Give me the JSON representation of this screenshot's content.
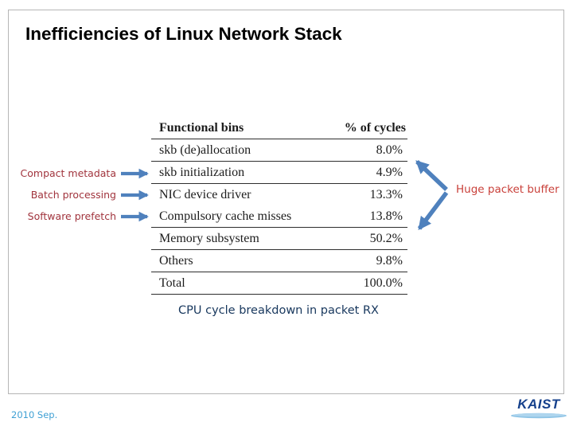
{
  "slide": {
    "title": "Inefficiencies of Linux Network Stack",
    "caption": "CPU cycle breakdown in packet RX",
    "date": "2010 Sep.",
    "logo": "KAIST"
  },
  "table": {
    "headers": [
      "Functional bins",
      "% of cycles"
    ],
    "rows": [
      {
        "label": "skb (de)allocation",
        "value": "8.0%"
      },
      {
        "label": "skb initialization",
        "value": "4.9%"
      },
      {
        "label": "NIC device driver",
        "value": "13.3%"
      },
      {
        "label": "Compulsory cache misses",
        "value": "13.8%"
      },
      {
        "label": "Memory subsystem",
        "value": "50.2%"
      },
      {
        "label": "Others",
        "value": "9.8%"
      },
      {
        "label": "Total",
        "value": "100.0%"
      }
    ]
  },
  "annotations": {
    "left": [
      {
        "label": "Compact metadata",
        "target": "skb initialization"
      },
      {
        "label": "Batch processing",
        "target": "NIC device driver"
      },
      {
        "label": "Software prefetch",
        "target": "Compulsory cache misses"
      }
    ],
    "right": {
      "label": "Huge packet buffer",
      "targets": [
        "skb (de)allocation",
        "Memory subsystem"
      ]
    }
  },
  "colors": {
    "arrow_blue": "#4f81bd",
    "left_label_red": "#a1343d",
    "right_label_red": "#c9403a",
    "caption_navy": "#17375d",
    "date_blue": "#3fa0d4",
    "logo_blue": "#16418c",
    "logo_swoosh_blue": "#8ec4e6",
    "border_gray": "#b5b5b5"
  }
}
